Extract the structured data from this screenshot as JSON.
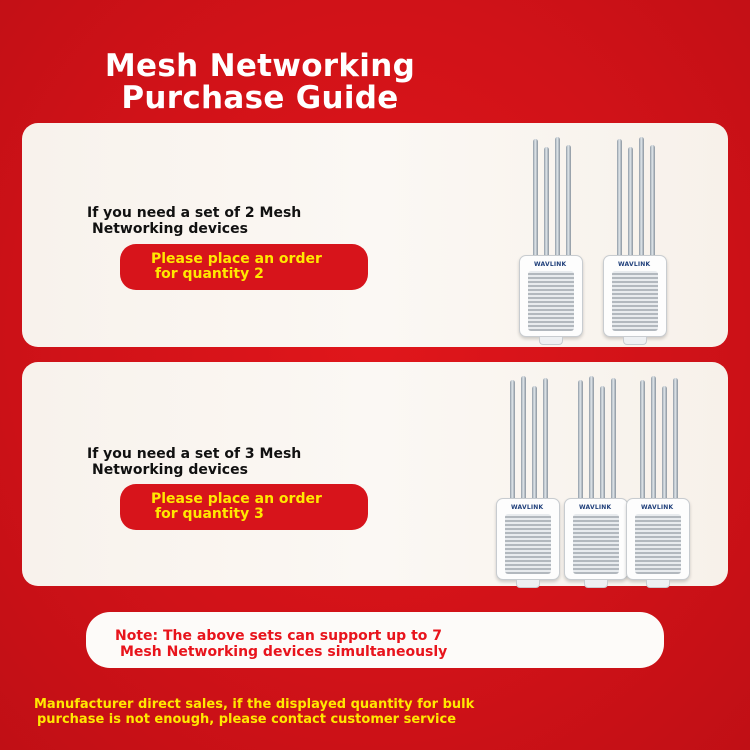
{
  "title": {
    "line1": "Mesh Networking",
    "line2": "Purchase Guide"
  },
  "sets": [
    {
      "text_line1": "If you need a set of 2 Mesh",
      "text_line2": "Networking devices",
      "button_line1": "Please place an order",
      "button_line2": "for quantity 2",
      "device_count": 2
    },
    {
      "text_line1": "If you need a set of 3 Mesh",
      "text_line2": "Networking devices",
      "button_line1": "Please place an order",
      "button_line2": "for quantity 3",
      "device_count": 3
    }
  ],
  "device": {
    "brand": "WAVLINK",
    "icon": "mesh-router-icon"
  },
  "note": {
    "line1": "Note: The above sets can support up to 7",
    "line2": "Mesh Networking devices simultaneously"
  },
  "footer": {
    "line1": "Manufacturer direct sales, if the displayed quantity for bulk",
    "line2": "purchase is not enough, please contact customer service"
  },
  "colors": {
    "background": "#d11218",
    "button": "#d7141b",
    "button_text": "#ffe800",
    "note_text": "#e8141c",
    "footer_text": "#ffe800"
  }
}
